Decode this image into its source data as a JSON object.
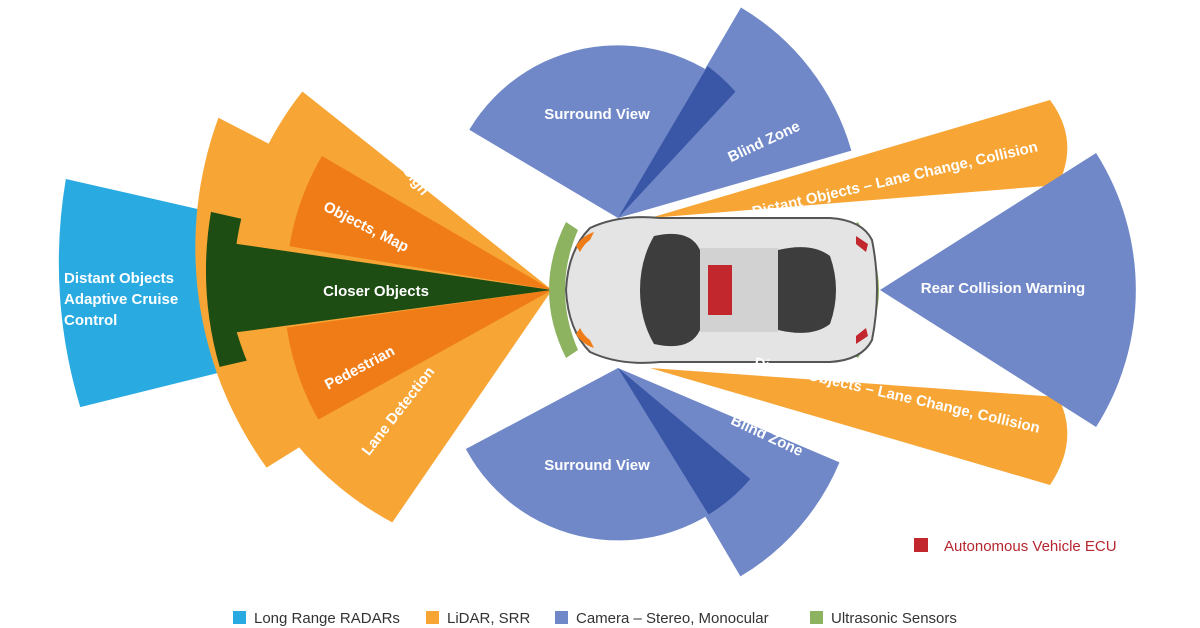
{
  "colors": {
    "radar": "#29abe2",
    "lidar": "#f7a535",
    "lidar_overlap": "#f07c18",
    "closer": "#1d4d13",
    "camera": "#7088c8",
    "camera_overlap": "#3a56a6",
    "ultrasonic": "#8db360",
    "ecu": "#c1272d",
    "car_body": "#e0e0e0",
    "car_glass": "#3d3d3d"
  },
  "zones": {
    "radar_front": [
      "Distant Objects",
      "Adaptive Cruise",
      "Control"
    ],
    "traffic_sign": "Traffic Sign",
    "objects_map": "Objects, Map",
    "closer_objects": "Closer Objects",
    "pedestrian": "Pedestrian",
    "lane_detection": "Lane Detection",
    "surround_view_top": "Surround View",
    "blind_zone_top": "Blind Zone",
    "surround_view_bottom": "Surround View",
    "blind_zone_bottom": "Blind Zone",
    "distant_top": "Distant Objects – Lane Change, Collision",
    "distant_bottom": "Distant Objects – Lane Change, Collision",
    "rear_collision": "Rear Collision Warning"
  },
  "ecu_label": "Autonomous Vehicle ECU",
  "legend": [
    {
      "label": "Long Range RADARs",
      "color": "#29abe2"
    },
    {
      "label": "LiDAR, SRR",
      "color": "#f7a535"
    },
    {
      "label": "Camera – Stereo, Monocular",
      "color": "#7088c8"
    },
    {
      "label": "Ultrasonic Sensors",
      "color": "#8db360"
    }
  ]
}
